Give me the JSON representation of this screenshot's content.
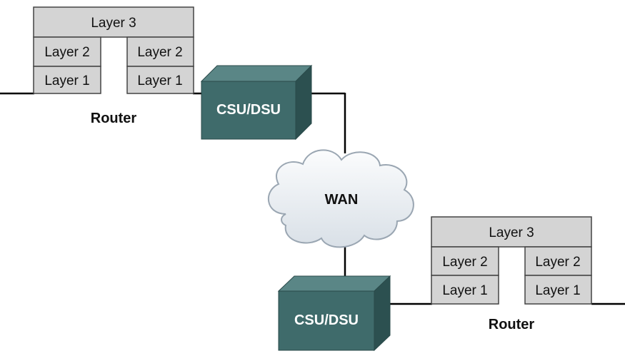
{
  "colors": {
    "layer_fill": "#d4d4d4",
    "layer_stroke": "#444444",
    "device_front": "#3f6b6b",
    "device_top": "#5a8686",
    "device_side": "#2c5050",
    "device_text": "#ffffff",
    "wire": "#000000",
    "cloud_fill": "#eef2f6",
    "cloud_stroke": "#9aa6b2"
  },
  "router_top": {
    "layer3": "Layer 3",
    "left_layer2": "Layer 2",
    "left_layer1": "Layer 1",
    "right_layer2": "Layer 2",
    "right_layer1": "Layer 1",
    "label": "Router"
  },
  "router_bottom": {
    "layer3": "Layer 3",
    "left_layer2": "Layer 2",
    "left_layer1": "Layer 1",
    "right_layer2": "Layer 2",
    "right_layer1": "Layer 1",
    "label": "Router"
  },
  "csu_top": {
    "label": "CSU/DSU"
  },
  "csu_bottom": {
    "label": "CSU/DSU"
  },
  "wan": {
    "label": "WAN"
  }
}
